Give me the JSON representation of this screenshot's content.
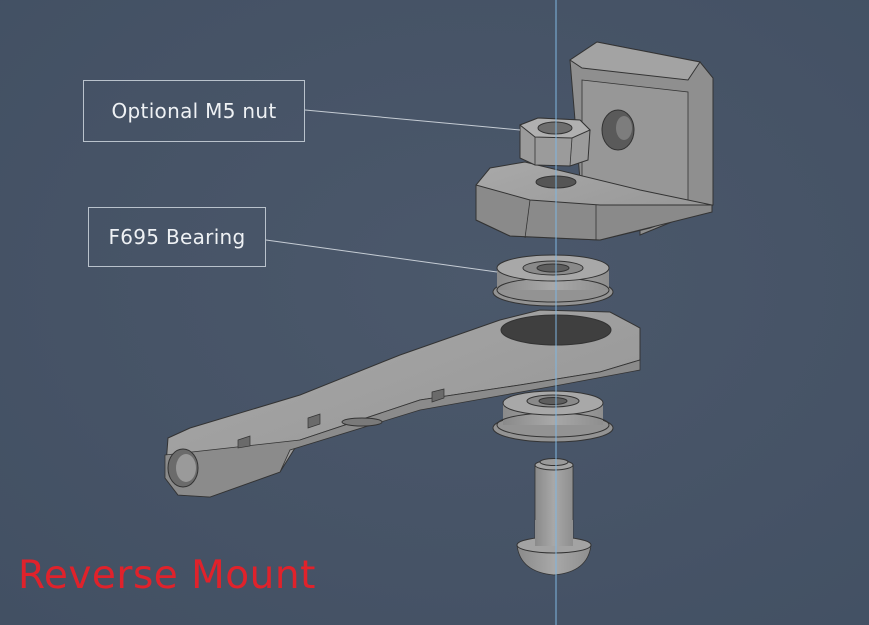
{
  "diagram": {
    "title": "Reverse Mount",
    "title_color": "#e0222b",
    "background_color": "#465366",
    "axis_line_color": "#7fb6e0",
    "part_color": "#9a9a9a",
    "callouts": [
      {
        "label": "Optional M5 nut",
        "target": "hex-nut"
      },
      {
        "label": "F695 Bearing",
        "target": "upper-flanged-bearing"
      }
    ],
    "parts": [
      "L-bracket",
      "hex-nut",
      "upper-flanged-bearing",
      "arm",
      "lower-flanged-bearing",
      "button-head-bolt"
    ]
  }
}
